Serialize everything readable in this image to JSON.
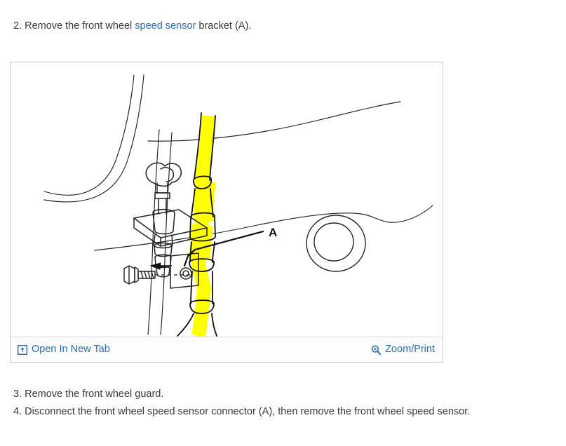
{
  "steps_top": [
    {
      "number": "2.",
      "text_before": " Remove the front wheel ",
      "link": "speed sensor",
      "text_after": " bracket (A)."
    }
  ],
  "figure": {
    "callout_label": "A",
    "highlight_color": "#ffff00",
    "line_color": "#000000",
    "alt_description": "Front wheel speed sensor bracket illustration",
    "toolbar": {
      "open_new_tab_label": "Open In New Tab",
      "open_new_tab_icon": "external-link-icon",
      "zoom_print_label": "Zoom/Print",
      "zoom_print_icon": "magnifier-plus-icon",
      "link_color": "#2a6cb5"
    }
  },
  "steps_bottom": [
    {
      "number": "3.",
      "text": " Remove the front wheel guard."
    },
    {
      "number": "4.",
      "text": " Disconnect the front wheel speed sensor connector (A), then remove the front wheel speed sensor."
    }
  ]
}
